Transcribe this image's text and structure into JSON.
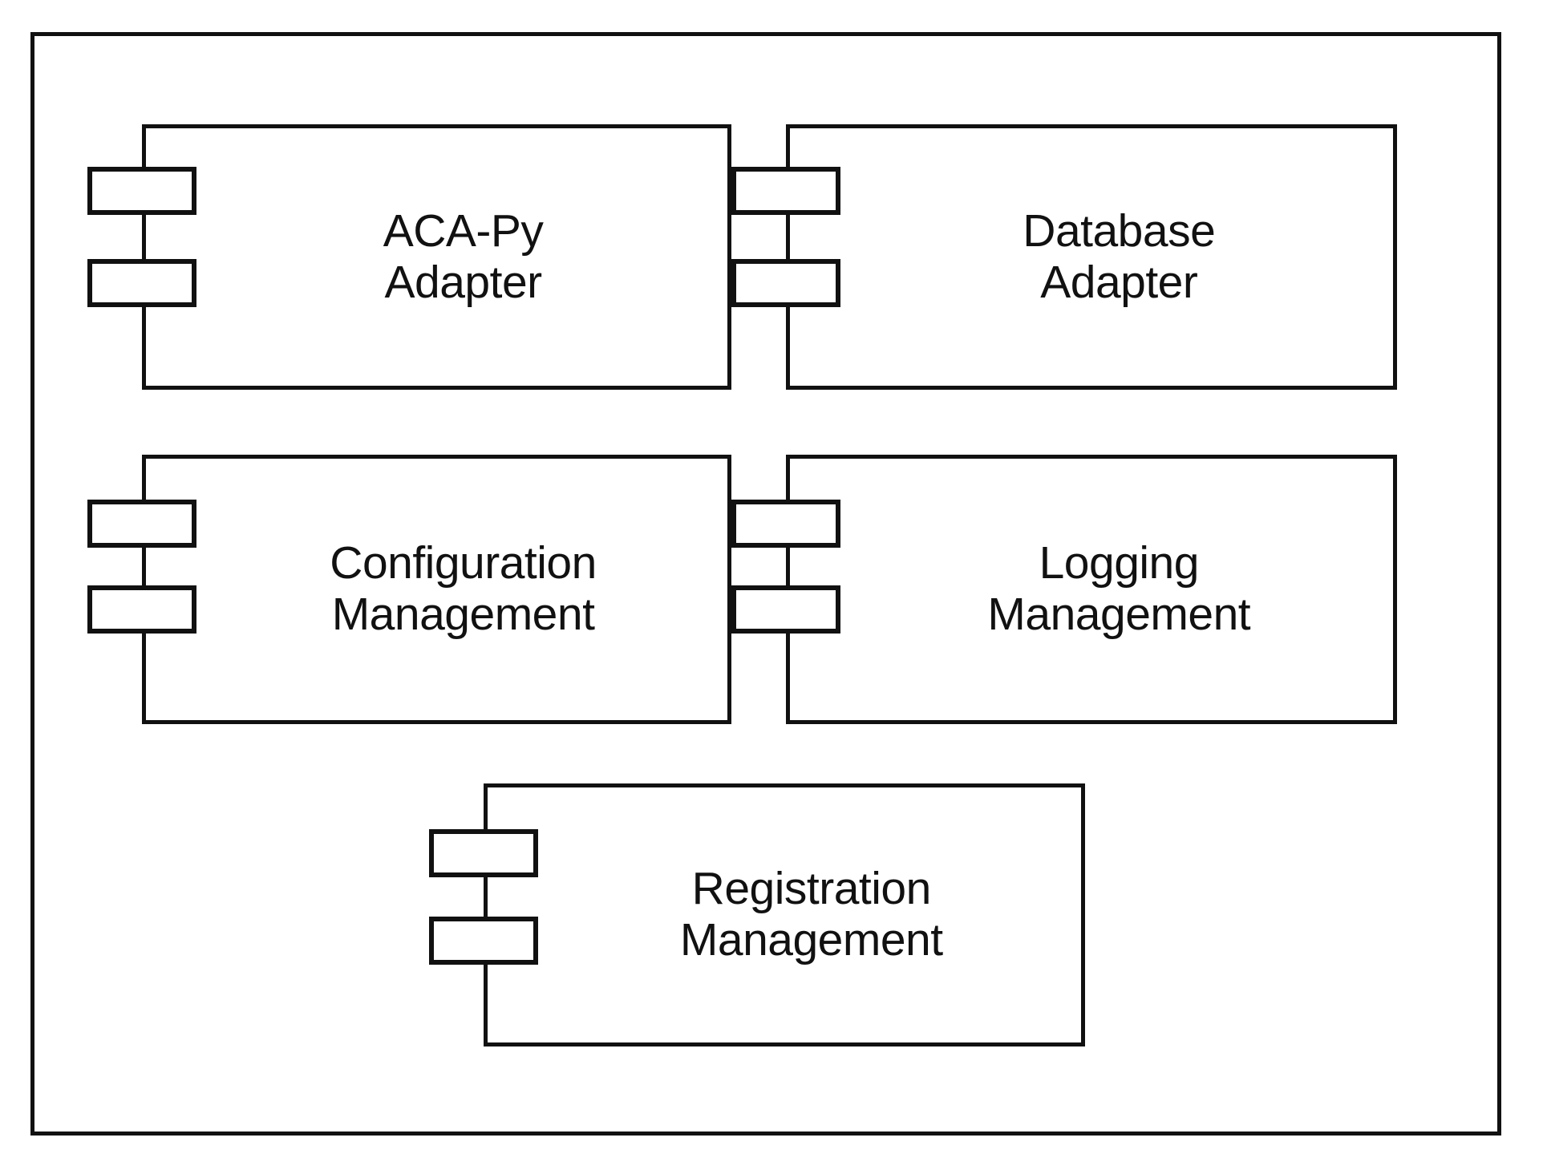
{
  "diagram": {
    "type": "uml-component-diagram",
    "frame": {
      "label": ""
    },
    "components": [
      {
        "id": "aca-py-adapter",
        "name": "ACA-Py Adapter",
        "label_line1": "ACA-Py",
        "label_line2": "Adapter",
        "label": "ACA-Py\nAdapter",
        "row": 1,
        "column": "left",
        "tabs": 2
      },
      {
        "id": "database-adapter",
        "name": "Database Adapter",
        "label_line1": "Database",
        "label_line2": "Adapter",
        "label": "Database\nAdapter",
        "row": 1,
        "column": "right",
        "tabs": 2
      },
      {
        "id": "configuration-management",
        "name": "Configuration Management",
        "label_line1": "Configuration",
        "label_line2": "Management",
        "label": "Configuration\nManagement",
        "row": 2,
        "column": "left",
        "tabs": 2
      },
      {
        "id": "logging-management",
        "name": "Logging Management",
        "label_line1": "Logging",
        "label_line2": "Management",
        "label": "Logging\nManagement",
        "row": 2,
        "column": "right",
        "tabs": 2
      },
      {
        "id": "registration-management",
        "name": "Registration Management",
        "label_line1": "Registration",
        "label_line2": "Management",
        "label": "Registration\nManagement",
        "row": 3,
        "column": "center",
        "tabs": 2
      }
    ],
    "colors": {
      "stroke": "#111111",
      "fill": "#ffffff",
      "background": "#ffffff",
      "text": "#111111"
    }
  }
}
